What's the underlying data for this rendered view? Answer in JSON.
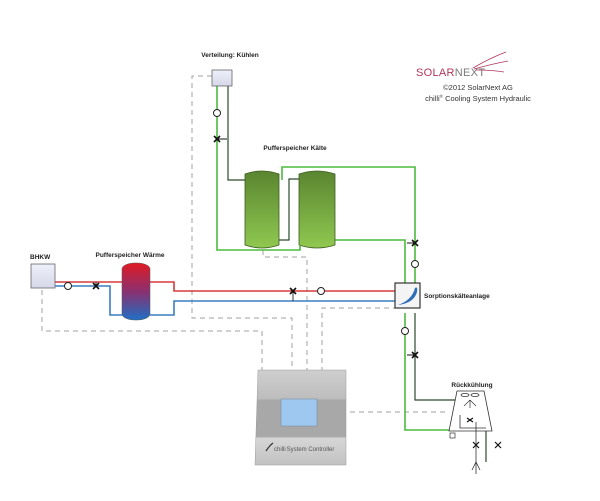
{
  "header": {
    "brand_part1": "SOLAR",
    "brand_part2": "NEXT",
    "copyright": "©2012 SolarNext AG",
    "subtitle_prefix": "chilli",
    "subtitle_reg": "®",
    "subtitle_rest": " Cooling System Hydraulic"
  },
  "labels": {
    "distribution": "Verteilung: Kühlen",
    "cold_buffer": "Pufferspeicher Kälte",
    "chp": "BHKW",
    "heat_buffer": "Pufferspeicher Wärme",
    "sorption_chiller": "Sorptionskälteanlage",
    "recooling": "Rückkühlung",
    "controller_brand": "chilli",
    "controller_name": "System Controller"
  },
  "colors": {
    "brand_pink": "#b0365a",
    "brand_gray": "#7a7a7a",
    "hot_line": "#d93a3a",
    "cold_line": "#3a7fc1",
    "chilled_line": "#4cbb3f",
    "return_line": "#2b4a2b",
    "signal_line": "#9a9a9a",
    "tank_green_top": "#5e8a34",
    "tank_green_bottom": "#8cc44e",
    "screen_blue": "#9ec8f0"
  }
}
